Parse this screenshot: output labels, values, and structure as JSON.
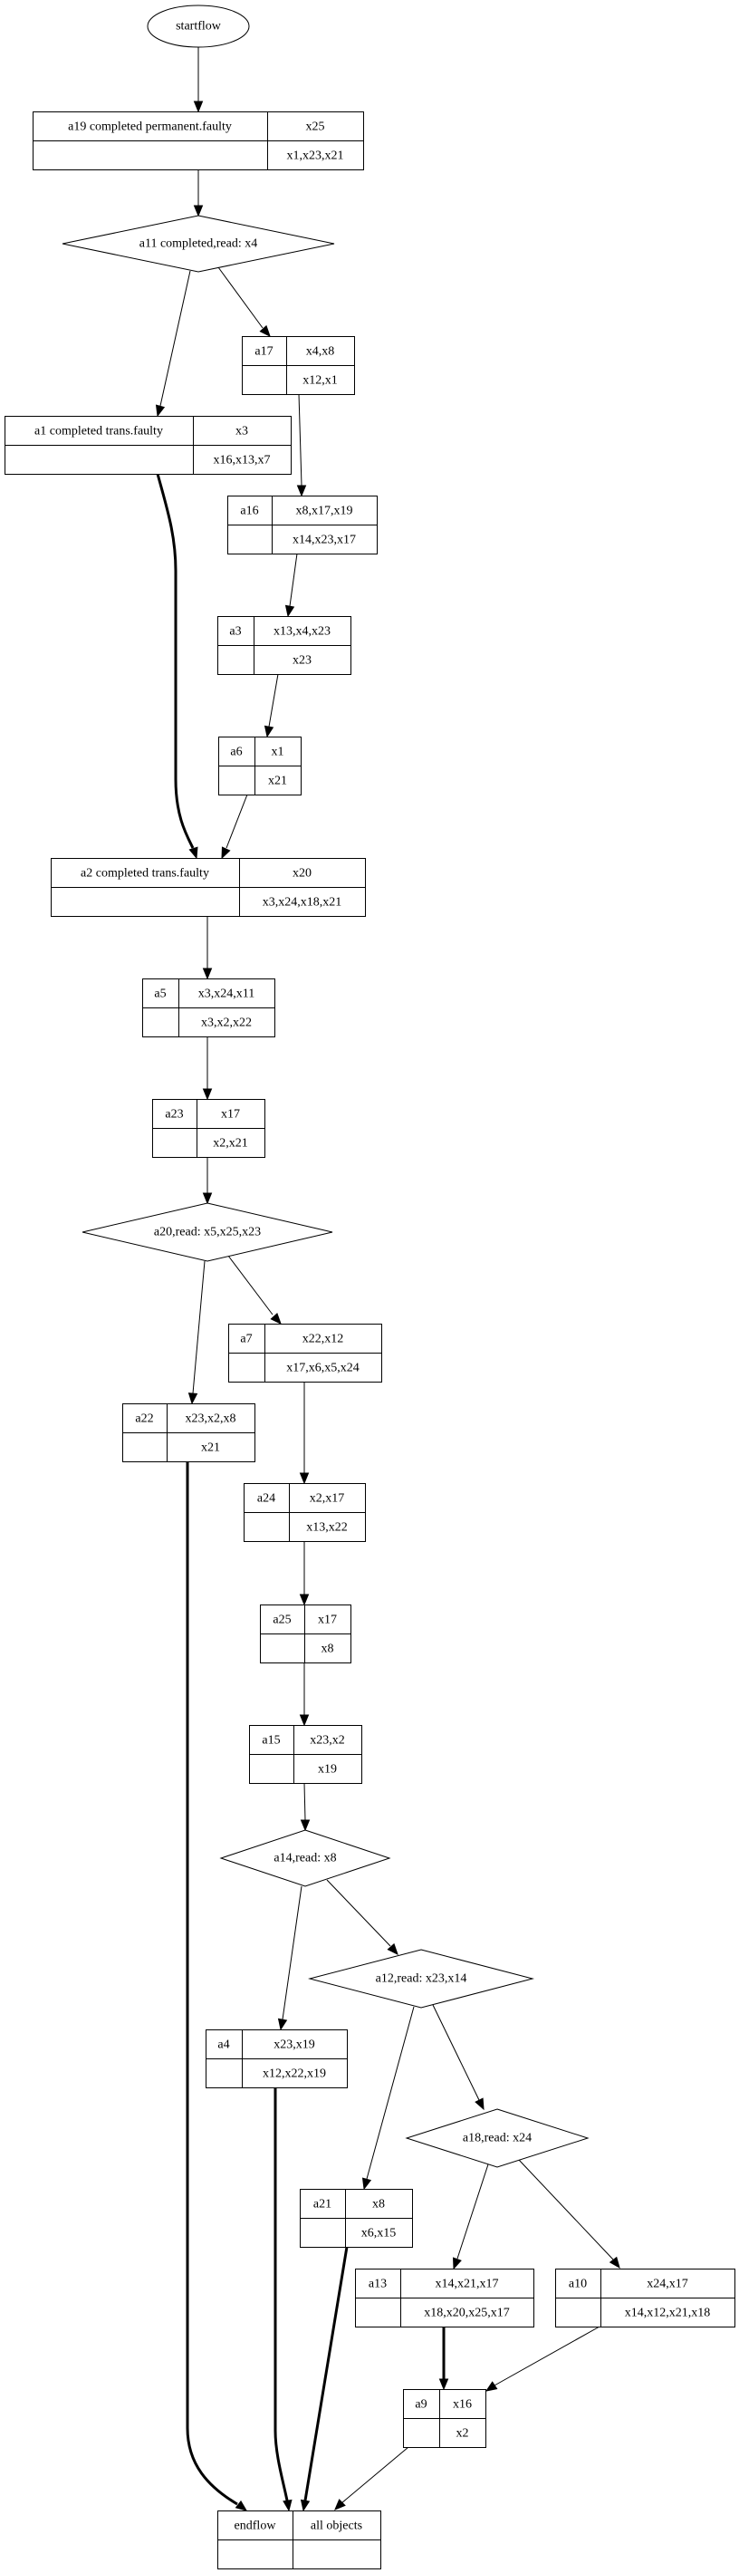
{
  "diagram": {
    "type": "flowchart",
    "nodes": [
      {
        "id": "startflow",
        "shape": "ellipse",
        "label": "startflow"
      },
      {
        "id": "a19",
        "shape": "record",
        "name": "a19 completed permanent.faulty",
        "top": "x25",
        "bottom": "x1,x23,x21"
      },
      {
        "id": "a11",
        "shape": "diamond",
        "label": "a11  completed,read: x4"
      },
      {
        "id": "a17",
        "shape": "record",
        "name": "a17",
        "top": "x4,x8",
        "bottom": "x12,x1"
      },
      {
        "id": "a1",
        "shape": "record",
        "name": "a1  completed trans.faulty",
        "top": "x3",
        "bottom": "x16,x13,x7"
      },
      {
        "id": "a16",
        "shape": "record",
        "name": "a16",
        "top": "x8,x17,x19",
        "bottom": "x14,x23,x17"
      },
      {
        "id": "a3",
        "shape": "record",
        "name": "a3",
        "top": "x13,x4,x23",
        "bottom": "x23"
      },
      {
        "id": "a6",
        "shape": "record",
        "name": "a6",
        "top": "x1",
        "bottom": "x21"
      },
      {
        "id": "a2",
        "shape": "record",
        "name": "a2  completed trans.faulty",
        "top": "x20",
        "bottom": "x3,x24,x18,x21"
      },
      {
        "id": "a5",
        "shape": "record",
        "name": "a5",
        "top": "x3,x24,x11",
        "bottom": "x3,x2,x22"
      },
      {
        "id": "a23",
        "shape": "record",
        "name": "a23",
        "top": "x17",
        "bottom": "x2,x21"
      },
      {
        "id": "a20",
        "shape": "diamond",
        "label": "a20,read: x5,x25,x23"
      },
      {
        "id": "a7",
        "shape": "record",
        "name": "a7",
        "top": "x22,x12",
        "bottom": "x17,x6,x5,x24"
      },
      {
        "id": "a22",
        "shape": "record",
        "name": "a22",
        "top": "x23,x2,x8",
        "bottom": "x21"
      },
      {
        "id": "a24",
        "shape": "record",
        "name": "a24",
        "top": "x2,x17",
        "bottom": "x13,x22"
      },
      {
        "id": "a25",
        "shape": "record",
        "name": "a25",
        "top": "x17",
        "bottom": "x8"
      },
      {
        "id": "a15",
        "shape": "record",
        "name": "a15",
        "top": "x23,x2",
        "bottom": "x19"
      },
      {
        "id": "a14",
        "shape": "diamond",
        "label": "a14,read: x8"
      },
      {
        "id": "a12",
        "shape": "diamond",
        "label": "a12,read: x23,x14"
      },
      {
        "id": "a4",
        "shape": "record",
        "name": "a4",
        "top": "x23,x19",
        "bottom": "x12,x22,x19"
      },
      {
        "id": "a18",
        "shape": "diamond",
        "label": "a18,read: x24"
      },
      {
        "id": "a21",
        "shape": "record",
        "name": "a21",
        "top": "x8",
        "bottom": "x6,x15"
      },
      {
        "id": "a13",
        "shape": "record",
        "name": "a13",
        "top": "x14,x21,x17",
        "bottom": "x18,x20,x25,x17"
      },
      {
        "id": "a10",
        "shape": "record",
        "name": "a10",
        "top": "x24,x17",
        "bottom": "x14,x12,x21,x18"
      },
      {
        "id": "a9",
        "shape": "record",
        "name": "a9",
        "top": "x16",
        "bottom": "x2"
      },
      {
        "id": "endflow",
        "shape": "record",
        "name": "endflow",
        "top": "all objects",
        "bottom": ""
      }
    ],
    "edges": [
      {
        "from": "startflow",
        "to": "a19",
        "style": "thin"
      },
      {
        "from": "a19",
        "to": "a11",
        "style": "thin"
      },
      {
        "from": "a11",
        "to": "a1",
        "style": "thin"
      },
      {
        "from": "a11",
        "to": "a17",
        "style": "thin"
      },
      {
        "from": "a17",
        "to": "a16",
        "style": "thin"
      },
      {
        "from": "a16",
        "to": "a3",
        "style": "thin"
      },
      {
        "from": "a3",
        "to": "a6",
        "style": "thin"
      },
      {
        "from": "a1",
        "to": "a2",
        "style": "bold"
      },
      {
        "from": "a6",
        "to": "a2",
        "style": "thin"
      },
      {
        "from": "a2",
        "to": "a5",
        "style": "thin"
      },
      {
        "from": "a5",
        "to": "a23",
        "style": "thin"
      },
      {
        "from": "a23",
        "to": "a20",
        "style": "thin"
      },
      {
        "from": "a20",
        "to": "a22",
        "style": "thin"
      },
      {
        "from": "a20",
        "to": "a7",
        "style": "thin"
      },
      {
        "from": "a7",
        "to": "a24",
        "style": "thin"
      },
      {
        "from": "a24",
        "to": "a25",
        "style": "thin"
      },
      {
        "from": "a25",
        "to": "a15",
        "style": "thin"
      },
      {
        "from": "a15",
        "to": "a14",
        "style": "thin"
      },
      {
        "from": "a14",
        "to": "a4",
        "style": "thin"
      },
      {
        "from": "a14",
        "to": "a12",
        "style": "thin"
      },
      {
        "from": "a12",
        "to": "a21",
        "style": "thin"
      },
      {
        "from": "a12",
        "to": "a18",
        "style": "thin"
      },
      {
        "from": "a18",
        "to": "a13",
        "style": "thin"
      },
      {
        "from": "a18",
        "to": "a10",
        "style": "thin"
      },
      {
        "from": "a13",
        "to": "a9",
        "style": "bold"
      },
      {
        "from": "a10",
        "to": "a9",
        "style": "thin"
      },
      {
        "from": "a22",
        "to": "endflow",
        "style": "bold"
      },
      {
        "from": "a4",
        "to": "endflow",
        "style": "bold"
      },
      {
        "from": "a21",
        "to": "endflow",
        "style": "bold"
      },
      {
        "from": "a9",
        "to": "endflow",
        "style": "thin"
      }
    ]
  }
}
